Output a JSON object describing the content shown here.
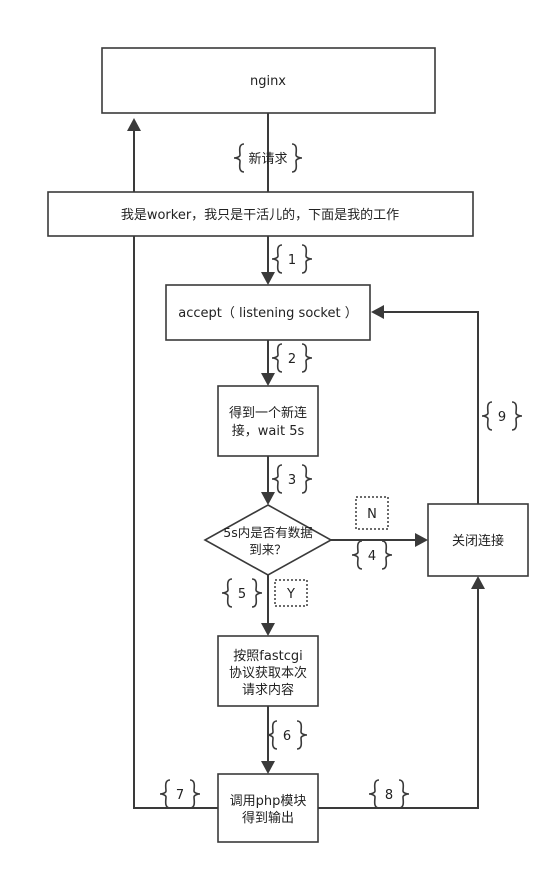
{
  "nodes": {
    "nginx": "nginx",
    "worker": "我是worker，我只是干活儿的，下面是我的工作",
    "accept": "accept（ listening socket ）",
    "new_conn_1": "得到一个新连",
    "new_conn_2": "接，wait 5s",
    "decision_1": "5s内是否有数据",
    "decision_2": "到来？",
    "close_conn": "关闭连接",
    "fastcgi_1": "按照fastcgi",
    "fastcgi_2": "协议获取本次",
    "fastcgi_3": "请求内容",
    "php_1": "调用php模块",
    "php_2": "得到输出"
  },
  "labels": {
    "new_request": "新请求",
    "step1": "1",
    "step2": "2",
    "step3": "3",
    "step4": "4",
    "step5": "5",
    "step6": "6",
    "step7": "7",
    "step8": "8",
    "step9": "9",
    "no": "N",
    "yes": "Y"
  }
}
